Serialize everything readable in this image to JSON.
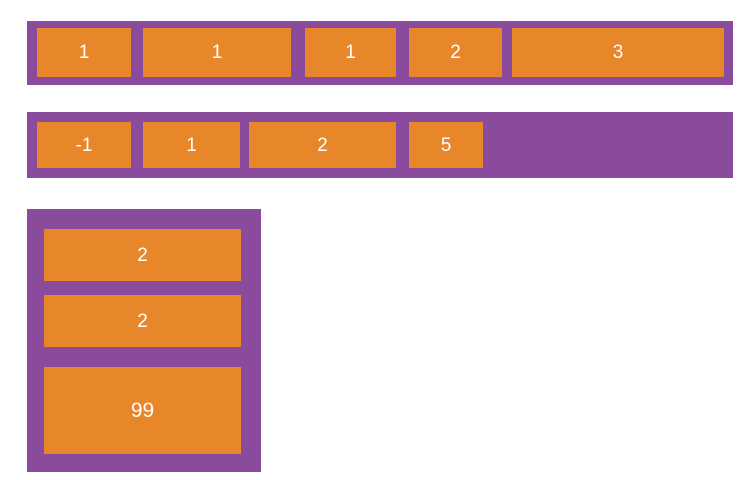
{
  "palette": {
    "container_purple": "#8a4b9d",
    "cell_orange": "#e8862a",
    "cell_text": "#ffffff",
    "background": "#ffffff"
  },
  "rows": [
    {
      "name": "horizontal-array-row-1",
      "orientation": "horizontal",
      "has_trailing_empty_space": false,
      "cells": [
        {
          "value": "1"
        },
        {
          "value": "1"
        },
        {
          "value": "1"
        },
        {
          "value": "2"
        },
        {
          "value": "3"
        }
      ]
    },
    {
      "name": "horizontal-array-row-2",
      "orientation": "horizontal",
      "has_trailing_empty_space": true,
      "cells": [
        {
          "value": "-1"
        },
        {
          "value": "1"
        },
        {
          "value": "2"
        },
        {
          "value": "5"
        }
      ]
    },
    {
      "name": "vertical-array-row-3",
      "orientation": "vertical",
      "has_trailing_empty_space": false,
      "cells": [
        {
          "value": "2"
        },
        {
          "value": "2"
        },
        {
          "value": "99"
        }
      ]
    }
  ]
}
